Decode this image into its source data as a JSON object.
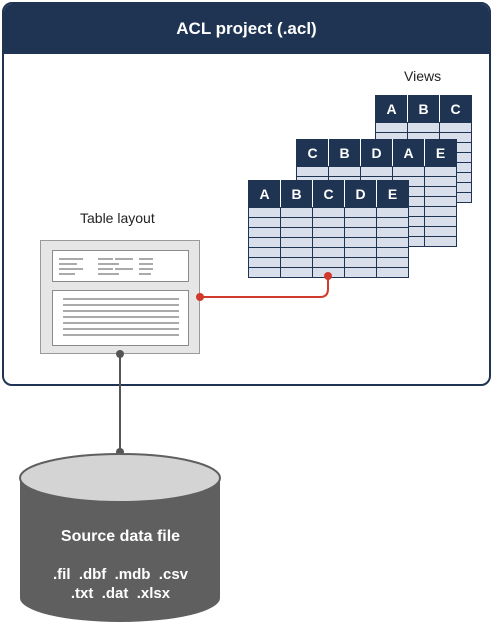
{
  "project": {
    "title": "ACL project (.acl)"
  },
  "views_label": "Views",
  "table_layout_label": "Table layout",
  "views": [
    {
      "headers": [
        "A",
        "B",
        "C"
      ]
    },
    {
      "headers": [
        "C",
        "B",
        "D",
        "A",
        "E"
      ]
    },
    {
      "headers": [
        "A",
        "B",
        "C",
        "D",
        "E"
      ]
    }
  ],
  "source": {
    "title": "Source data file",
    "extensions_line1": ".fil  .dbf  .mdb  .csv",
    "extensions_line2": ".txt  .dat  .xlsx"
  },
  "colors": {
    "navy": "#1f3452",
    "cell": "#d9dfea",
    "connector_red": "#d0392b",
    "cylinder": "#5f5f5f",
    "cylinder_top": "#d4d4d4"
  }
}
